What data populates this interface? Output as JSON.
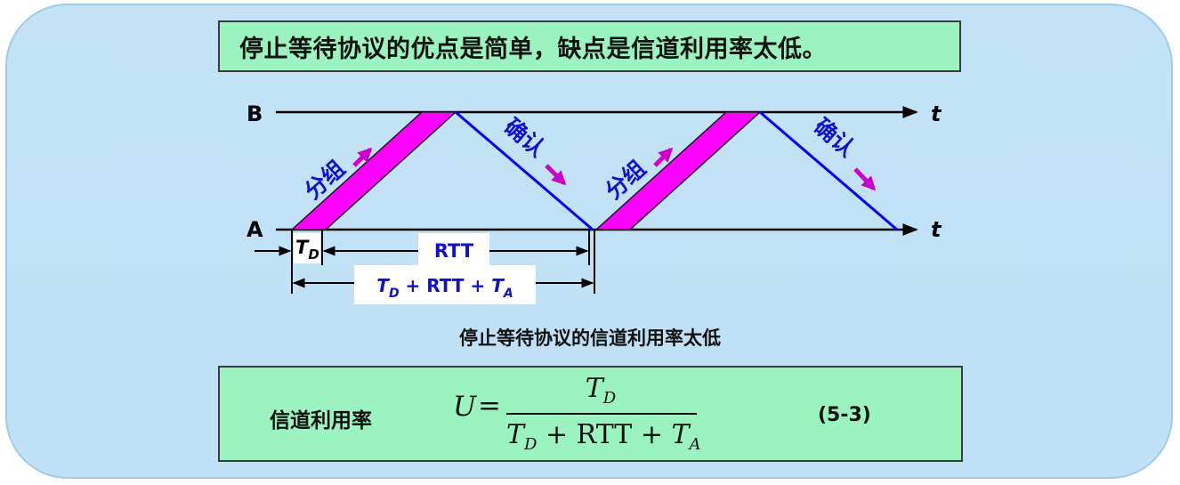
{
  "title": "停止等待协议的优点是简单，缺点是信道利用率太低。",
  "diagram": {
    "line_b_label": "B",
    "line_a_label": "A",
    "time_label": "t",
    "packet_label": "分组",
    "ack_label": "确认",
    "td_label": "T",
    "td_sub": "D",
    "rtt_label": "RTT",
    "total_label": {
      "t1": "T",
      "s1": "D",
      "mid": " + RTT + ",
      "t2": "T",
      "s2": "A"
    },
    "colors": {
      "packet": "#ff00ff",
      "ack_line": "#0000ff",
      "label": "#1010d0",
      "arrow": "#cc00cc"
    }
  },
  "caption": "停止等待协议的信道利用率太低",
  "formula": {
    "label": "信道利用率",
    "lhs": "U",
    "eq": "=",
    "num_T": "T",
    "num_sub": "D",
    "den_T1": "T",
    "den_sub1": "D",
    "den_mid": " + RTT + ",
    "den_T2": "T",
    "den_sub2": "A",
    "number": "(5-3)"
  }
}
